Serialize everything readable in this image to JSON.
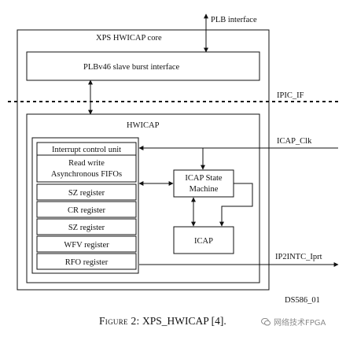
{
  "external": {
    "plb_interface": "PLB interface",
    "ipic_if": "IPIC_IF",
    "icap_clk": "ICAP_Clk",
    "ip2intc_irpt": "IP2INTC_Iprt"
  },
  "core": {
    "title": "XPS HWICAP core",
    "slave_interface": "PLBv46 slave burst interface"
  },
  "hwicap": {
    "title": "HWICAP",
    "units": [
      "Interrupt control unit",
      "Read write",
      "Asynchronous FIFOs",
      "SZ register",
      "CR register",
      "SZ register",
      "WFV register",
      "RFO register"
    ],
    "state_machine_line1": "ICAP State",
    "state_machine_line2": "Machine",
    "icap": "ICAP"
  },
  "doc_id": "DS586_01",
  "caption": {
    "figure_label": "Figure 2:",
    "figure_text": "XPS_HWICAP [4]."
  },
  "watermark": "网络技术FPGA"
}
